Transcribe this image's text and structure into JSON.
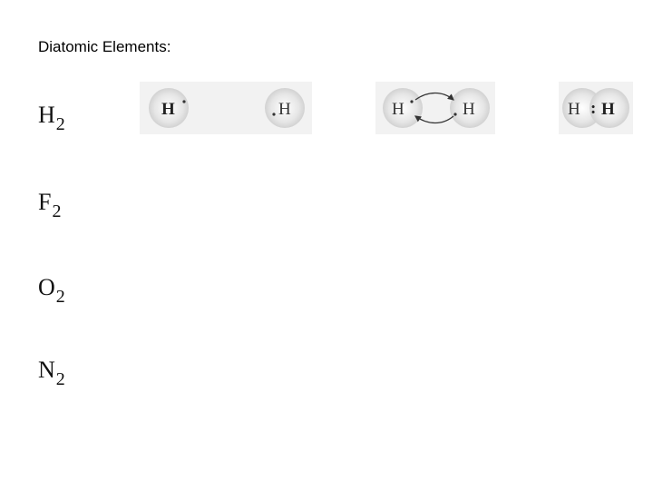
{
  "heading": "Diatomic Elements:",
  "formulas": [
    {
      "symbol": "H",
      "subscript": "2"
    },
    {
      "symbol": "F",
      "subscript": "2"
    },
    {
      "symbol": "O",
      "subscript": "2"
    },
    {
      "symbol": "N",
      "subscript": "2"
    }
  ],
  "h2_panels": {
    "separate_atoms": {
      "left_label": "H",
      "right_label": "H"
    },
    "approaching_atoms": {
      "left_label": "H",
      "right_label": "H"
    },
    "bonded_molecule": {
      "left_label": "H",
      "bond_symbol": ":",
      "right_label": "H"
    }
  }
}
